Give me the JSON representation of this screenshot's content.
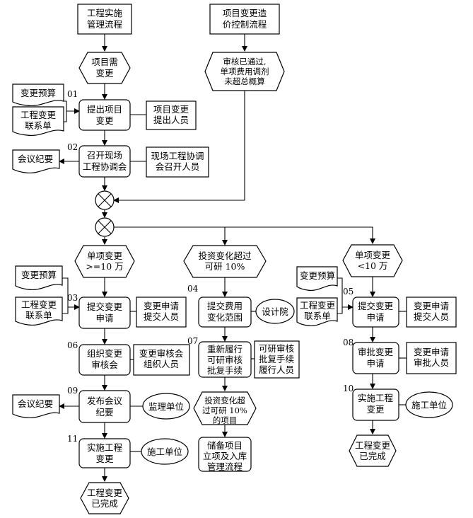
{
  "nodes": {
    "n_start_left": [
      "工程实施",
      "管理流程"
    ],
    "n_start_right": [
      "项目变更造",
      "价控制流程"
    ],
    "n_need_change": [
      "项目需",
      "变更"
    ],
    "n_audit_passed": [
      "审核已通过,",
      "单项费用调剂",
      "未超总概算"
    ],
    "n_budget_1": [
      "变更预算"
    ],
    "n_contact_1": [
      "工程变更",
      "联系单"
    ],
    "n_propose": [
      "提出项目",
      "变更"
    ],
    "n_proposer": [
      "项目变更",
      "提出人员"
    ],
    "n_minutes_1": [
      "会议纪要"
    ],
    "n_coord_meeting": [
      "召开现场",
      "工程协调会"
    ],
    "n_coord_convener": [
      "现场工程协调",
      "会召开人员"
    ],
    "n_ge10": [
      "单项变更",
      ">=10 万"
    ],
    "n_invest_exceed": [
      "投资变化超过",
      "可研 10%"
    ],
    "n_lt10": [
      "单项变更",
      "<10 万"
    ],
    "n_budget_2": [
      "变更预算"
    ],
    "n_contact_2": [
      "工程变更",
      "联系单"
    ],
    "n_submit_1": [
      "提交变更",
      "申请"
    ],
    "n_submitter_1": [
      "变更申请",
      "提交人员"
    ],
    "n_submit_fee": [
      "提交费用",
      "变化范围"
    ],
    "n_design_inst": [
      "设计院"
    ],
    "n_budget_3": [
      "变更预算"
    ],
    "n_contact_3": [
      "工程变更",
      "联系单"
    ],
    "n_submit_2": [
      "提交变更",
      "申请"
    ],
    "n_submitter_2": [
      "变更申请",
      "提交人员"
    ],
    "n_review_meeting": [
      "组织变更",
      "审核会"
    ],
    "n_review_organizer": [
      "变更审核会",
      "组织人员"
    ],
    "n_rerun": [
      "重新履行",
      "可研审核",
      "批复手续"
    ],
    "n_rerun_staff": [
      "可研审核",
      "批复手续",
      "履行人员"
    ],
    "n_approve": [
      "审批变更",
      "申请"
    ],
    "n_approver": [
      "变更申请",
      "审批人员"
    ],
    "n_minutes_2": [
      "会议纪要"
    ],
    "n_publish": [
      "发布会议",
      "纪要"
    ],
    "n_supervisor": [
      "监理单位"
    ],
    "n_invest_project": [
      "投资变化超",
      "过可研 10%",
      "的项目"
    ],
    "n_implement_2": [
      "实施工程",
      "变更"
    ],
    "n_constructor_2": [
      "施工单位"
    ],
    "n_implement_1": [
      "实施工程",
      "变更"
    ],
    "n_constructor_1": [
      "施工单位"
    ],
    "n_reserve": [
      "储备项目",
      "立项及入库",
      "管理流程"
    ],
    "n_done_2": [
      "工程变更",
      "已完成"
    ],
    "n_done_1": [
      "工程变更",
      "已完成"
    ]
  },
  "step_numbers": {
    "s01": "01",
    "s02": "02",
    "s03": "03",
    "s04": "04",
    "s05": "05",
    "s06": "06",
    "s07": "07",
    "s08": "08",
    "s09": "09",
    "s10": "10",
    "s11": "11"
  }
}
